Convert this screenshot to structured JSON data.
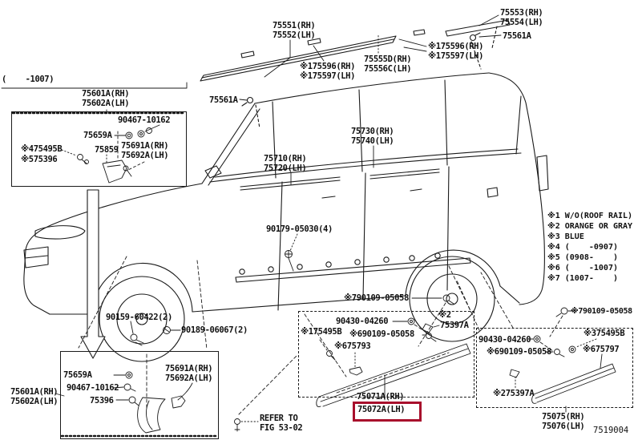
{
  "diagram": {
    "fig_code": "7519004"
  },
  "highlight_color": "#a80f2c",
  "roof": {
    "rail_front": "75551(RH)\n75552(LH)",
    "rail_rear": "75553(RH)\n75554(LH)",
    "clip_right": "75561A",
    "clip_left": "75561A",
    "moulding_no_rail_right": "※175596(RH)\n※175597(LH)",
    "moulding_no_rail_left": "※175596(RH)\n※175597(LH)",
    "windshield_moulding": "75555D(RH)\n75556C(LH)"
  },
  "front_fender_box": {
    "date_note": "(    -1007)",
    "assembly": "75601A(RH)\n75602A(LH)",
    "nut": "90467-10162",
    "grommet": "75659A",
    "protector": "75691A(RH)\n75692A(LH)",
    "pad": "75859",
    "clip_a": "※475495B",
    "clip_b": "※575396"
  },
  "doors": {
    "belt_moulding_front": "75710(RH)\n75720(LH)",
    "belt_moulding_rear": "75730(RH)\n75740(LH)",
    "bolt": "90179-05030(4)"
  },
  "notes": [
    "※1 W/O(ROOF RAIL)",
    "※2 ORANGE OR GRAY",
    "※3 BLUE",
    "※4 (    -0907)",
    "※5 (0908-    )",
    "※6 (    -1007)",
    "※7 (1007-    )"
  ],
  "front_lower": {
    "screw_a": "90159-60422(2)",
    "screw_b": "90189-06067(2)"
  },
  "mudguard_box": {
    "grommet": "75659A",
    "nut": "90467-10162",
    "protector": "75691A(RH)\n75692A(LH)",
    "clip": "75396",
    "assembly": "75601A(RH)\n75602A(LH)",
    "refer": "REFER TO\nFIG 53-02"
  },
  "rocker_box": {
    "screw_outside": "※790109-05058",
    "grommet": "90430-04260",
    "clip_note": "※2",
    "clip": "75397A",
    "clip_b": "※175495B",
    "screw_inside": "※690109-05058",
    "retainer": "※675793",
    "part_rh": "75071A(RH)",
    "part_lh": "75072A(LH)"
  },
  "quarter_box": {
    "screw_outside": "※790109-05058",
    "grommet": "90430-04260",
    "clip_a": "※375495B",
    "screw_inside": "※690109-05058",
    "retainer": "※675797",
    "clip_b": "※275397A",
    "part": "75075(RH)\n75076(LH)"
  }
}
